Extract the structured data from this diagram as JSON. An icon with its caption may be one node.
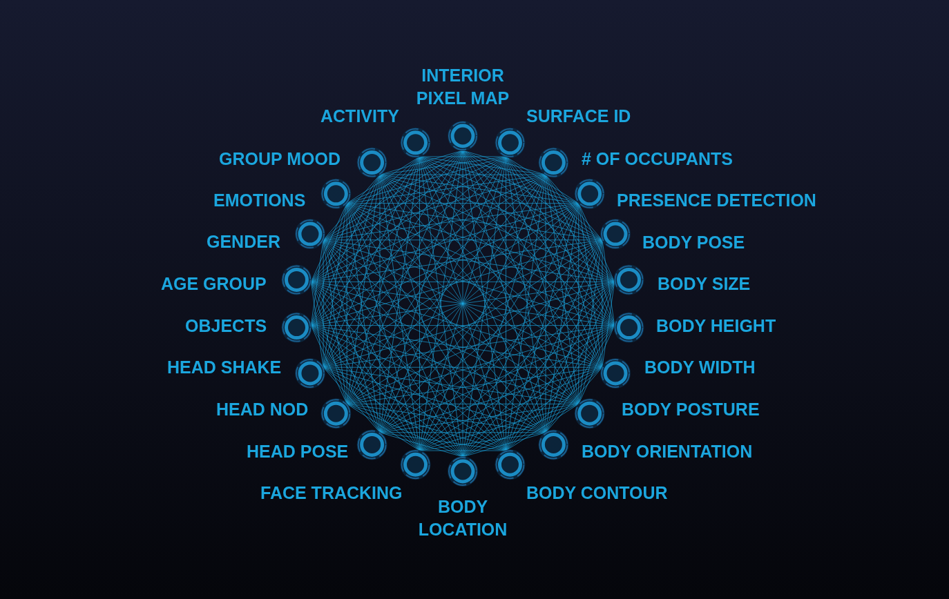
{
  "diagram": {
    "labels": [
      "INTERIOR PIXEL MAP",
      "SURFACE ID",
      "# OF OCCUPANTS",
      "PRESENCE DETECTION",
      "BODY POSE",
      "BODY SIZE",
      "BODY HEIGHT",
      "BODY WIDTH",
      "BODY POSTURE",
      "BODY ORIENTATION",
      "BODY CONTOUR",
      "BODY LOCATION",
      "FACE TRACKING",
      "HEAD POSE",
      "HEAD NOD",
      "HEAD SHAKE",
      "OBJECTS",
      "AGE GROUP",
      "GENDER",
      "EMOTIONS",
      "GROUP MOOD",
      "ACTIVITY"
    ]
  }
}
